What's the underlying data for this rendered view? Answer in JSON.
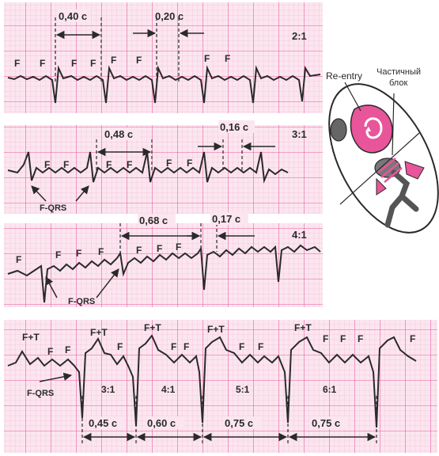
{
  "strips": [
    {
      "ratio": "2:1",
      "intervals": [
        "0,40 с",
        "0,20 с"
      ],
      "wave_labels": [
        "F",
        "F",
        "F",
        "F",
        "F",
        "F",
        "F",
        "F"
      ],
      "fqrs_label": ""
    },
    {
      "ratio": "3:1",
      "intervals": [
        "0,48 с",
        "0,16 с"
      ],
      "wave_labels": [
        "F",
        "F",
        "F",
        "F",
        "F",
        "F"
      ],
      "fqrs_label": "F-QRS"
    },
    {
      "ratio": "4:1",
      "intervals": [
        "0,68 с",
        "0,17 с"
      ],
      "wave_labels": [
        "F",
        "F",
        "F",
        "F",
        "F",
        "F",
        "F"
      ],
      "fqrs_label": "F-QRS"
    },
    {
      "ratio": "",
      "intervals": [
        "0,45 с",
        "0,60 с",
        "0,75 с",
        "0,75 с"
      ],
      "wave_labels": [
        "F+T",
        "F",
        "F",
        "F+T",
        "F",
        "F+T",
        "F",
        "F",
        "F+T",
        "F",
        "F",
        "F+T",
        "F",
        "F",
        "F",
        "F"
      ],
      "conduction": [
        "3:1",
        "4:1",
        "5:1",
        "6:1"
      ],
      "fqrs_label": "F-QRS"
    }
  ],
  "inset": {
    "reentry_label": "Re-entry",
    "block_label_line1": "Частичный",
    "block_label_line2": "блок"
  },
  "colors": {
    "grid": "#e8559a",
    "paper": "#fbe6ef",
    "trace": "#2a2a2a",
    "pink": "#e8559a"
  }
}
